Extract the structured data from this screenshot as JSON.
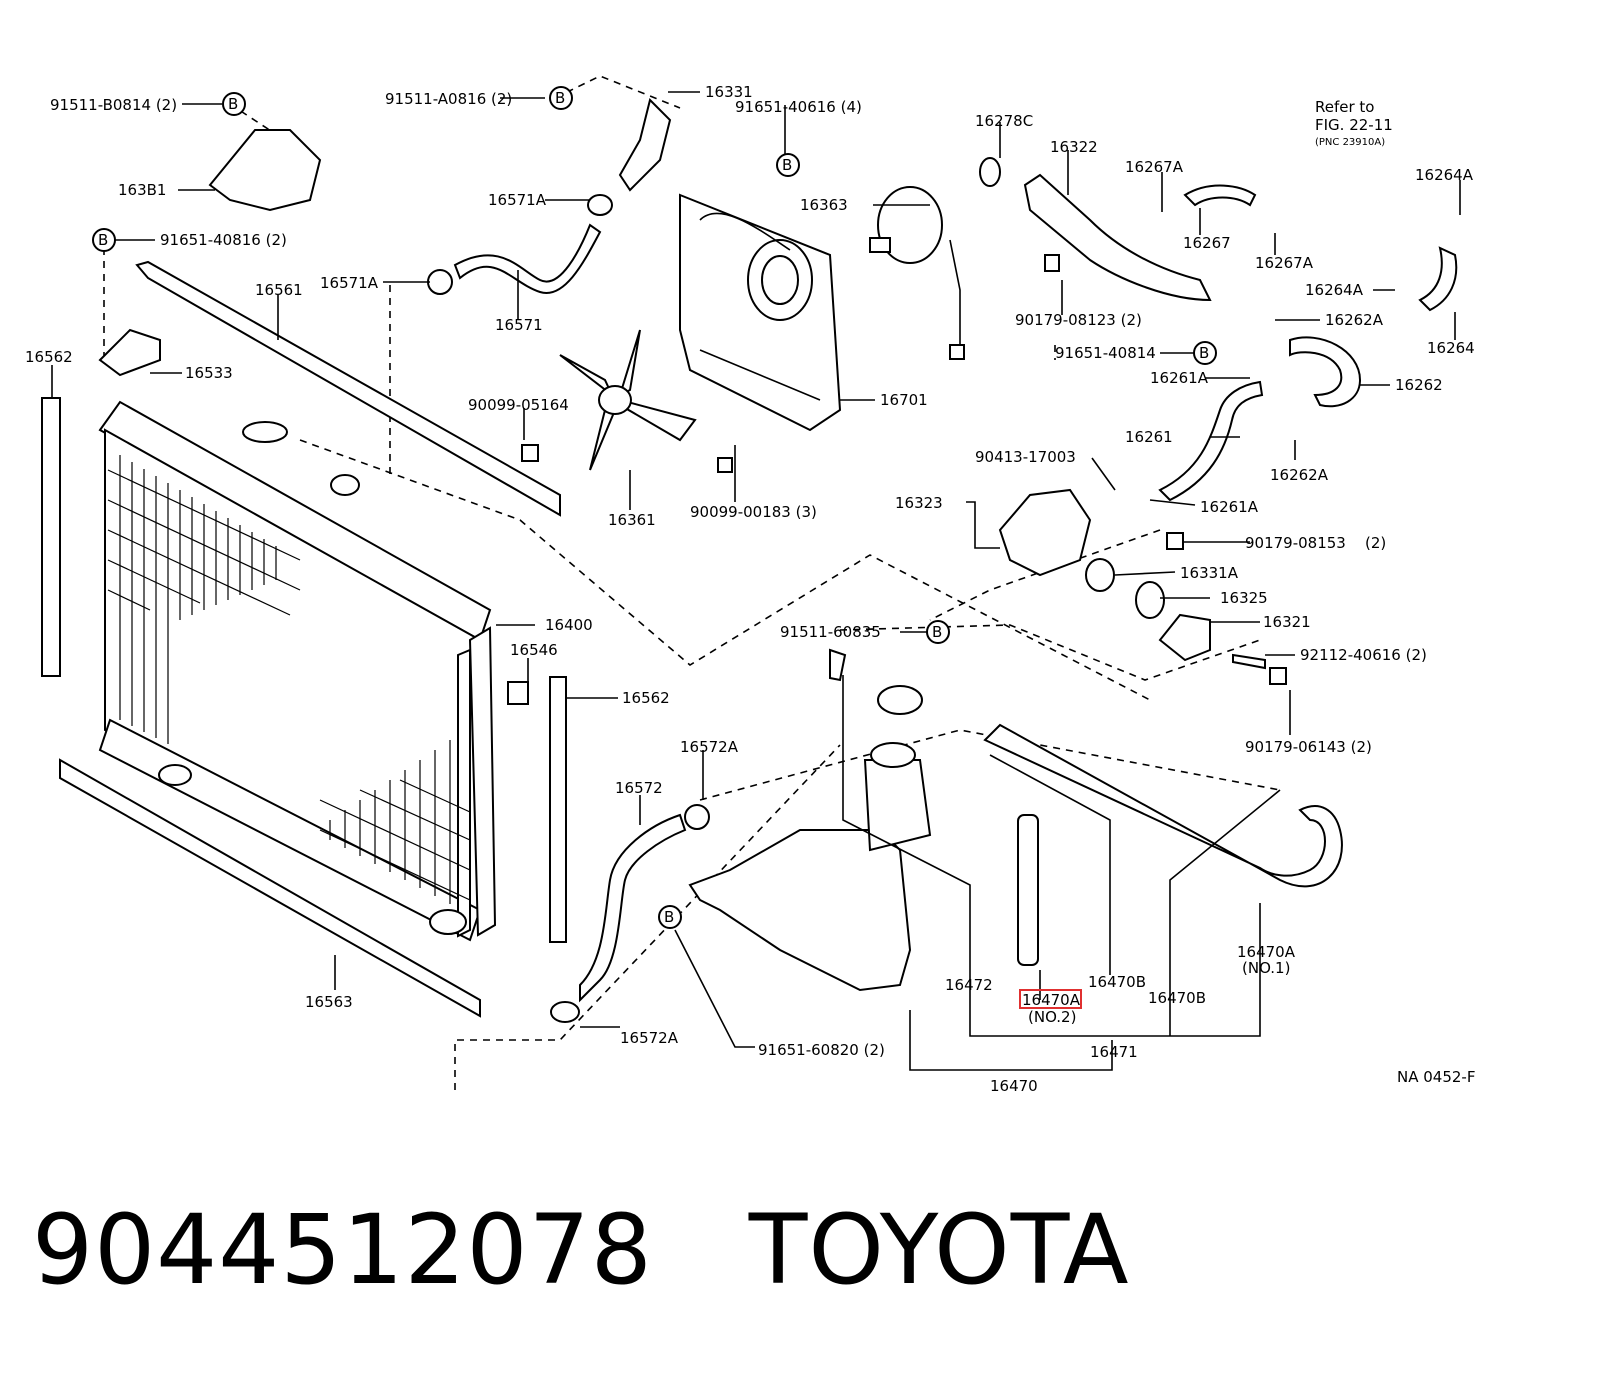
{
  "diagram": {
    "labels": {
      "l91511_B0814": "91511-B0814 (2)",
      "l91511_A0816": "91511-A0816 (2)",
      "l16331": "16331",
      "l91651_40616": "91651-40616 (4)",
      "l16278C": "16278C",
      "l16322": "16322",
      "l16267A_top": "16267A",
      "l16267": "16267",
      "l16267A_bot": "16267A",
      "l16264A_top": "16264A",
      "l16264A_mid": "16264A",
      "l16264": "16264",
      "l16363": "16363",
      "l163B1": "163B1",
      "l16571A_top": "16571A",
      "l16571A_mid": "16571A",
      "l16571": "16571",
      "l91651_40816": "91651-40816 (2)",
      "l16561": "16561",
      "l16562_left": "16562",
      "l16533": "16533",
      "l90099_05164": "90099-05164",
      "l16701": "16701",
      "l16361": "16361",
      "l90099_00183": "90099-00183 (3)",
      "l90179_08123": "90179-08123 (2)",
      "l91651_40814": "91651-40814",
      "l16262A_top": "16262A",
      "l16261A_top": "16261A",
      "l16262": "16262",
      "l16261": "16261",
      "l16262A_bot": "16262A",
      "l90413_17003": "90413-17003",
      "l16323": "16323",
      "l16261A_bot": "16261A",
      "l90179_08153": "90179-08153",
      "l90179_08153_qty": "(2)",
      "l16331A": "16331A",
      "l16325": "16325",
      "l16321": "16321",
      "l91511_60835": "91511-60835",
      "l92112_40616": "92112-40616 (2)",
      "l90179_06143": "90179-06143 (2)",
      "l16400": "16400",
      "l16546": "16546",
      "l16562_mid": "16562",
      "l16572A_top": "16572A",
      "l16572": "16572",
      "l16572A_bot": "16572A",
      "l91651_60820": "91651-60820 (2)",
      "l16563": "16563",
      "l16472": "16472",
      "l16470A_no2": "16470A",
      "l_no2": "(NO.2)",
      "l16470B_a": "16470B",
      "l16470B_b": "16470B",
      "l16470A_no1": "16470A",
      "l_no1": "(NO.1)",
      "l16471": "16471",
      "l16470": "16470",
      "l_na": "NA 0452-F",
      "refer_1": "Refer to",
      "refer_2": "FIG. 22-11",
      "refer_3": "(PNC 23910A)",
      "b_marker": "B"
    },
    "highlight_color": "#e03030"
  },
  "caption": {
    "part_number": "9044512078",
    "brand": "TOYOTA"
  }
}
